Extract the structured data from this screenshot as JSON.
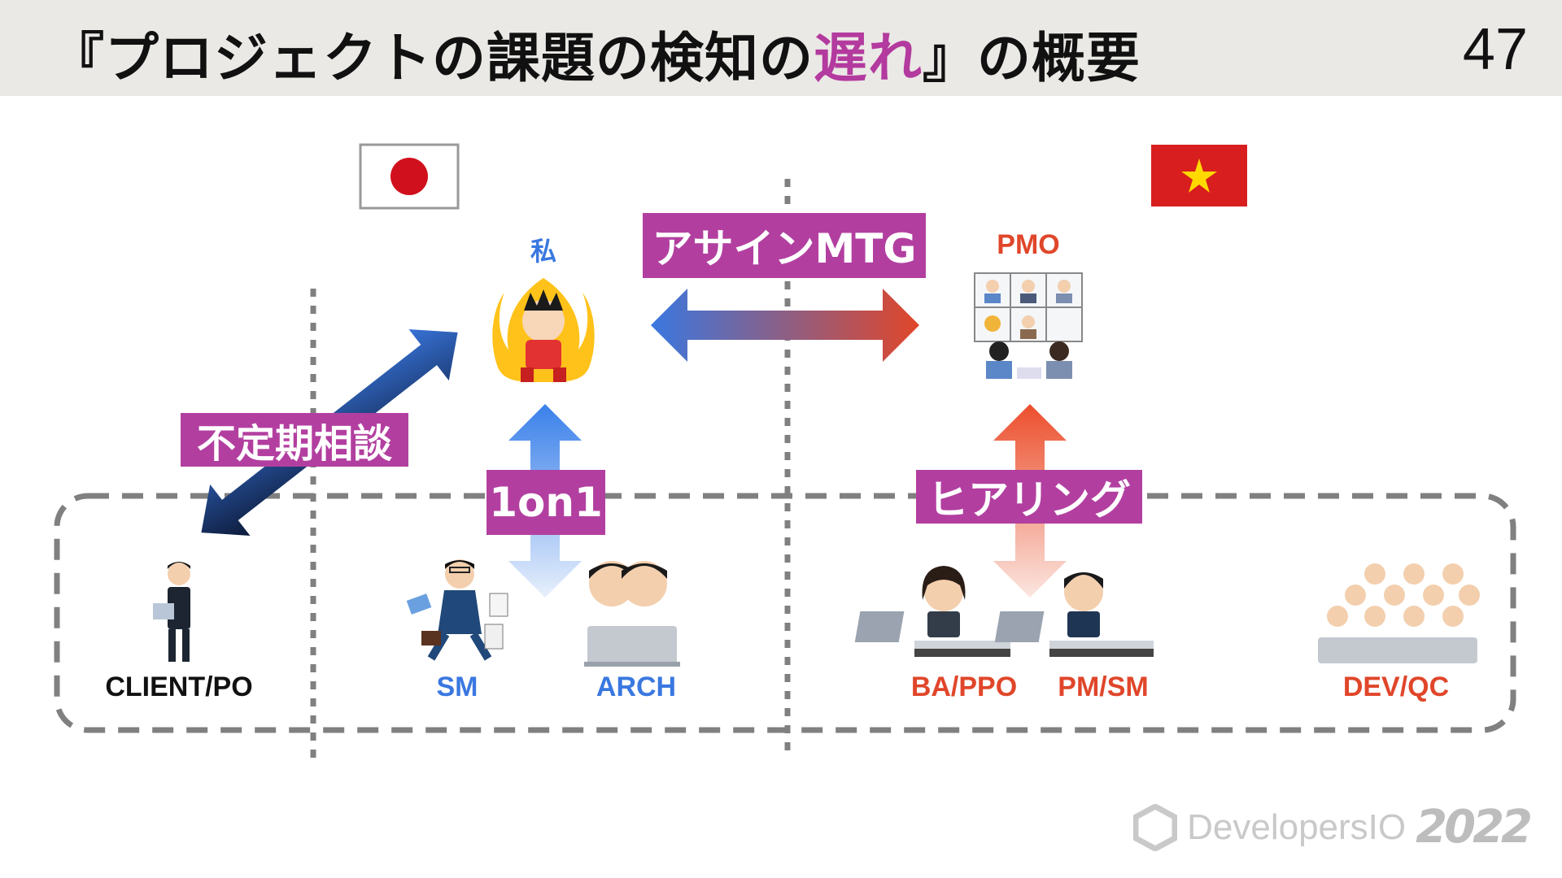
{
  "title": {
    "prefix": "『プロジェクトの課題の検知の",
    "highlight": "遅れ",
    "suffix": "』の概要"
  },
  "page_number": "47",
  "flags": {
    "left": "japan-flag",
    "right": "vietnam-flag"
  },
  "tags": {
    "assign_mtg": "アサインMTG",
    "irregular_consult": "不定期相談",
    "one_on_one": "1on1",
    "hearing": "ヒアリング"
  },
  "nodes": {
    "me": "私",
    "pmo": "PMO",
    "client": "CLIENT/PO",
    "sm": "SM",
    "arch": "ARCH",
    "ba": "BA/PPO",
    "pm": "PM/SM",
    "dev": "DEV/QC"
  },
  "logo": {
    "text": "DevelopersIO",
    "year": "2022"
  },
  "colors": {
    "accent": "#b23fa0",
    "japan": "#3a78e0",
    "vietnam": "#e0462a",
    "header_bg": "#ebe9e6"
  }
}
